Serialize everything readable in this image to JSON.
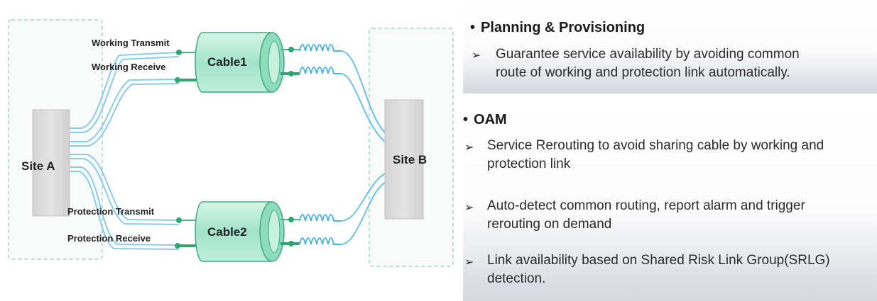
{
  "diagram": {
    "site_a": "Site A",
    "site_b": "Site B",
    "cable1": "Cable1",
    "cable2": "Cable2",
    "working_transmit": "Working Transmit",
    "working_receive": "Working Receive",
    "protection_transmit": "Protection Transmit",
    "protection_receive": "Protection Receive"
  },
  "planning": {
    "bullet": "•",
    "title": "Planning & Provisioning",
    "arrow": "➢",
    "items": [
      {
        "line1": "Guarantee service availability  by avoiding common",
        "line2": "route of working and protection link automatically."
      }
    ]
  },
  "oam": {
    "bullet": "•",
    "title": "OAM",
    "arrow": "➢",
    "items": [
      {
        "line1": "Service Rerouting to avoid sharing cable by working and",
        "line2": "protection link"
      },
      {
        "line1": "Auto-detect common routing, report alarm and trigger",
        "line2": "rerouting on demand"
      },
      {
        "line1": "Link availability based on Shared Risk Link Group(SRLG)",
        "line2": "detection."
      }
    ]
  },
  "colors": {
    "site_box": "#dcdcdc",
    "cable_fill": "#aee6d2",
    "cable_stroke": "#3fa985",
    "fiber": "#6cc0e6",
    "dashed_border": "#a6d4c2"
  }
}
